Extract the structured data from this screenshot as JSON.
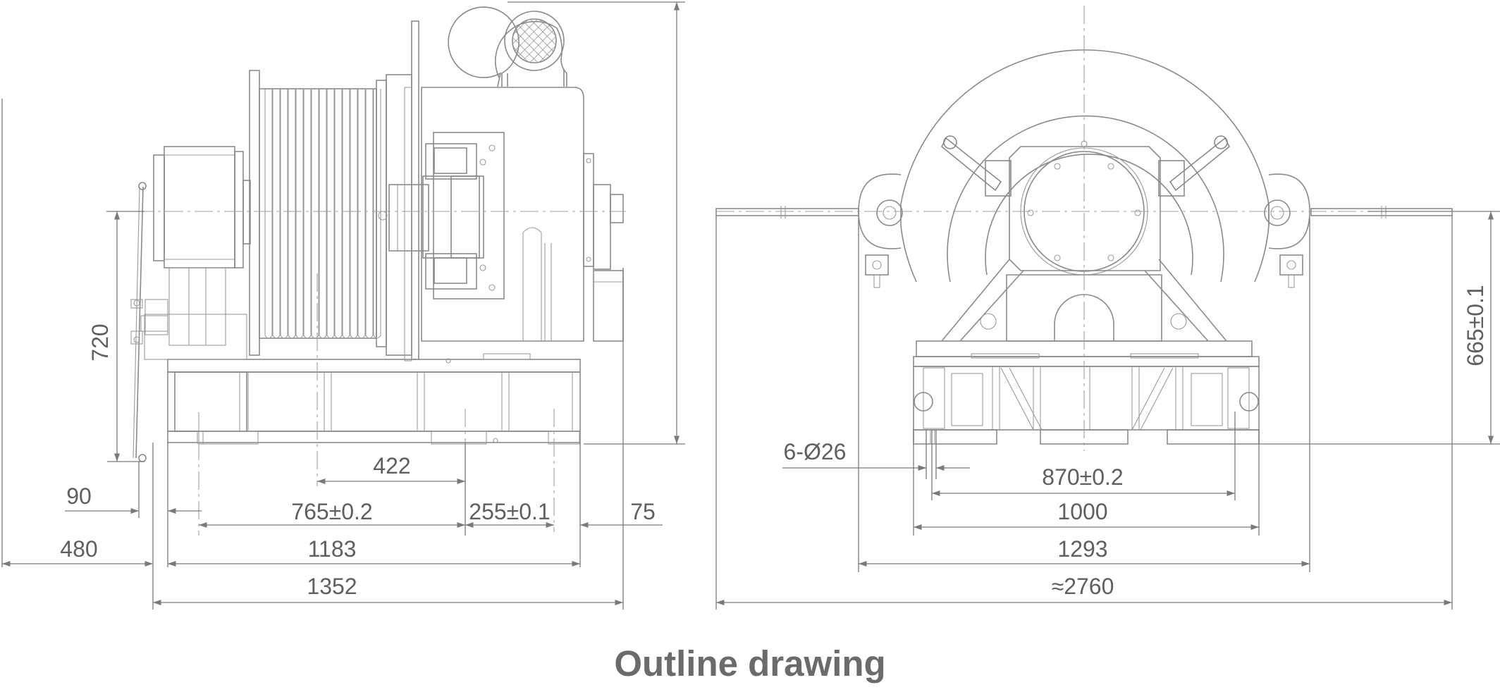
{
  "title": "Outline drawing",
  "side_view": {
    "dim_720": "720",
    "dim_422": "422",
    "dim_90": "90",
    "dim_765": "765±0.2",
    "dim_255": "255±0.1",
    "dim_75": "75",
    "dim_480": "480",
    "dim_1183": "1183",
    "dim_1352": "1352"
  },
  "front_view": {
    "dim_665": "665±0.1",
    "dim_holes": "6-Ø26",
    "dim_870": "870±0.2",
    "dim_1000": "1000",
    "dim_1293": "1293",
    "dim_2760": "≈2760"
  }
}
